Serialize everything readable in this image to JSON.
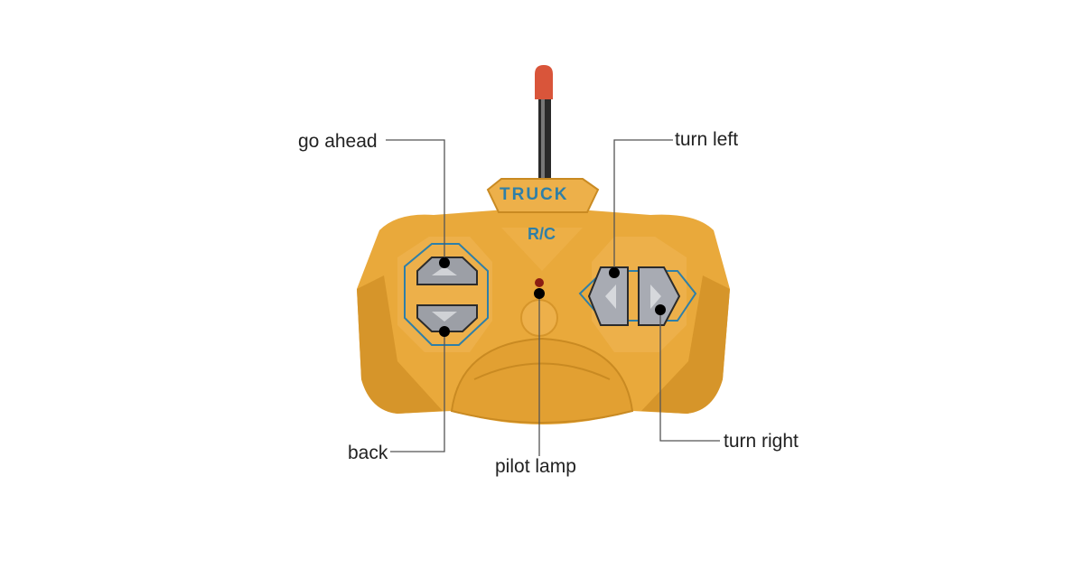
{
  "remote": {
    "brand_text": "TRUCK",
    "model_text": "R/C",
    "body_color": "#E9A93B",
    "accent_color": "#2E7FA8"
  },
  "callouts": {
    "go_ahead": "go ahead",
    "back": "back",
    "pilot_lamp": "pilot lamp",
    "turn_left": "turn left",
    "turn_right": "turn right"
  }
}
